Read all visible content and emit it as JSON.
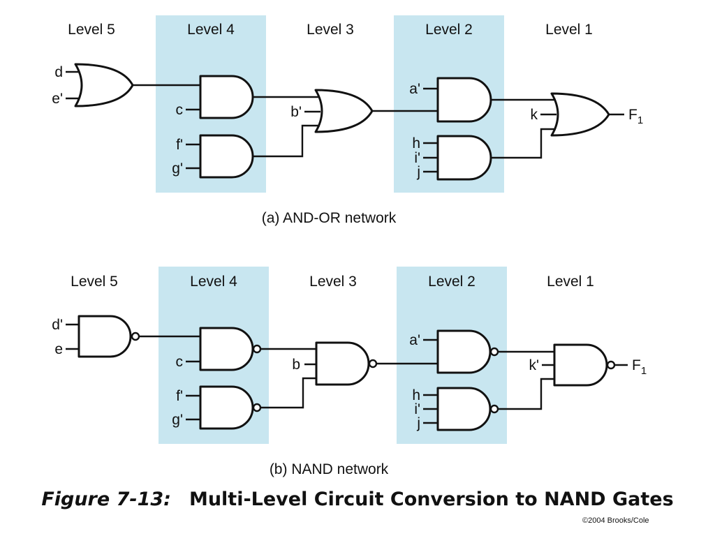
{
  "diagrams": [
    {
      "caption": "(a) AND-OR network",
      "levels": [
        "Level 5",
        "Level 4",
        "Level 3",
        "Level 2",
        "Level 1"
      ],
      "inputs": {
        "d": "d",
        "e": "e'",
        "c": "c",
        "f": "f'",
        "g": "g'",
        "b": "b'",
        "a": "a'",
        "h": "h",
        "i": "i'",
        "j": "j",
        "k": "k"
      },
      "output": {
        "base": "F",
        "sub": "1"
      },
      "gate_types": [
        "OR",
        "AND",
        "AND",
        "OR",
        "AND",
        "AND",
        "OR"
      ]
    },
    {
      "caption": "(b) NAND network",
      "levels": [
        "Level 5",
        "Level 4",
        "Level 3",
        "Level 2",
        "Level 1"
      ],
      "inputs": {
        "d": "d'",
        "e": "e",
        "c": "c",
        "f": "f'",
        "g": "g'",
        "b": "b",
        "a": "a'",
        "h": "h",
        "i": "i'",
        "j": "j",
        "k": "k'"
      },
      "output": {
        "base": "F",
        "sub": "1"
      },
      "gate_types": [
        "NAND",
        "NAND",
        "NAND",
        "NAND",
        "NAND",
        "NAND",
        "NAND"
      ]
    }
  ],
  "figure": {
    "number": "Figure 7-13:",
    "title": "Multi-Level Circuit Conversion to NAND Gates"
  },
  "copyright": "©2004 Brooks/Cole",
  "colors": {
    "level_band": "#c8e6f0",
    "ink": "#111111"
  }
}
